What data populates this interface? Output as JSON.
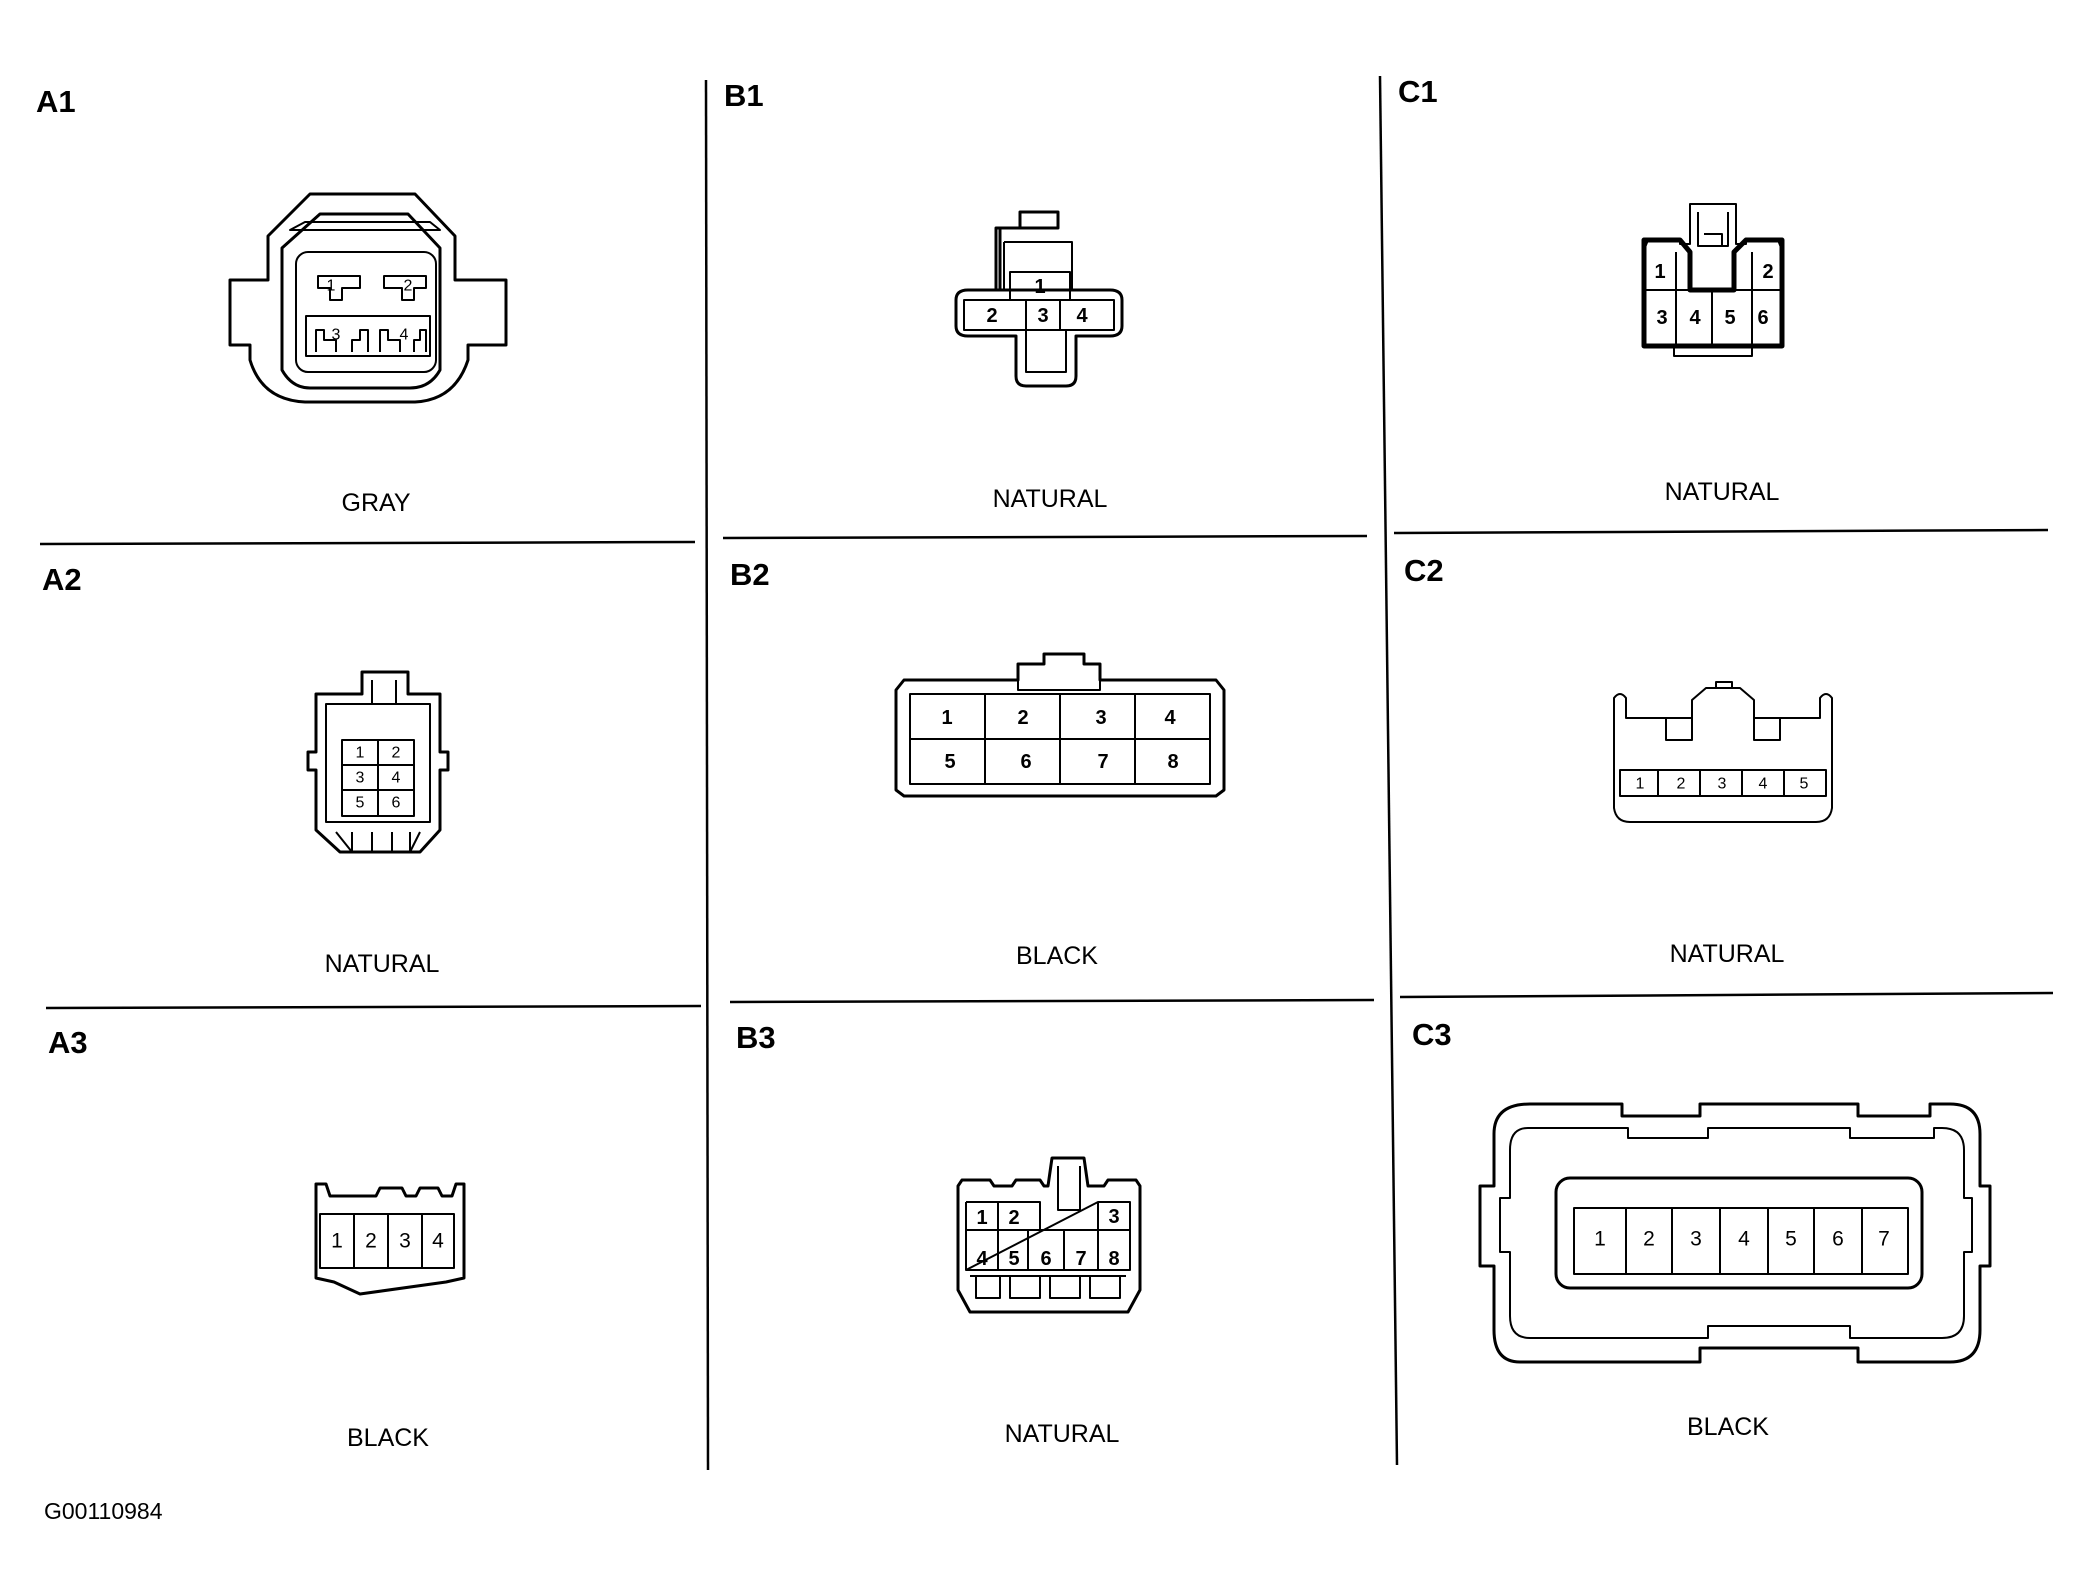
{
  "figure_id": "G00110984",
  "connectors": {
    "A1": {
      "code": "A1",
      "color": "GRAY",
      "pins": [
        "1",
        "2",
        "3",
        "4"
      ]
    },
    "A2": {
      "code": "A2",
      "color": "NATURAL",
      "pins": [
        "1",
        "2",
        "3",
        "4",
        "5",
        "6"
      ]
    },
    "A3": {
      "code": "A3",
      "color": "BLACK",
      "pins": [
        "1",
        "2",
        "3",
        "4"
      ]
    },
    "B1": {
      "code": "B1",
      "color": "NATURAL",
      "pins": [
        "1",
        "2",
        "3",
        "4"
      ]
    },
    "B2": {
      "code": "B2",
      "color": "BLACK",
      "pins": [
        "1",
        "2",
        "3",
        "4",
        "5",
        "6",
        "7",
        "8"
      ]
    },
    "B3": {
      "code": "B3",
      "color": "NATURAL",
      "pins": [
        "1",
        "2",
        "3",
        "4",
        "5",
        "6",
        "7",
        "8"
      ]
    },
    "C1": {
      "code": "C1",
      "color": "NATURAL",
      "pins": [
        "1",
        "2",
        "3",
        "4",
        "5",
        "6"
      ]
    },
    "C2": {
      "code": "C2",
      "color": "NATURAL",
      "pins": [
        "1",
        "2",
        "3",
        "4",
        "5"
      ]
    },
    "C3": {
      "code": "C3",
      "color": "BLACK",
      "pins": [
        "1",
        "2",
        "3",
        "4",
        "5",
        "6",
        "7"
      ]
    }
  }
}
